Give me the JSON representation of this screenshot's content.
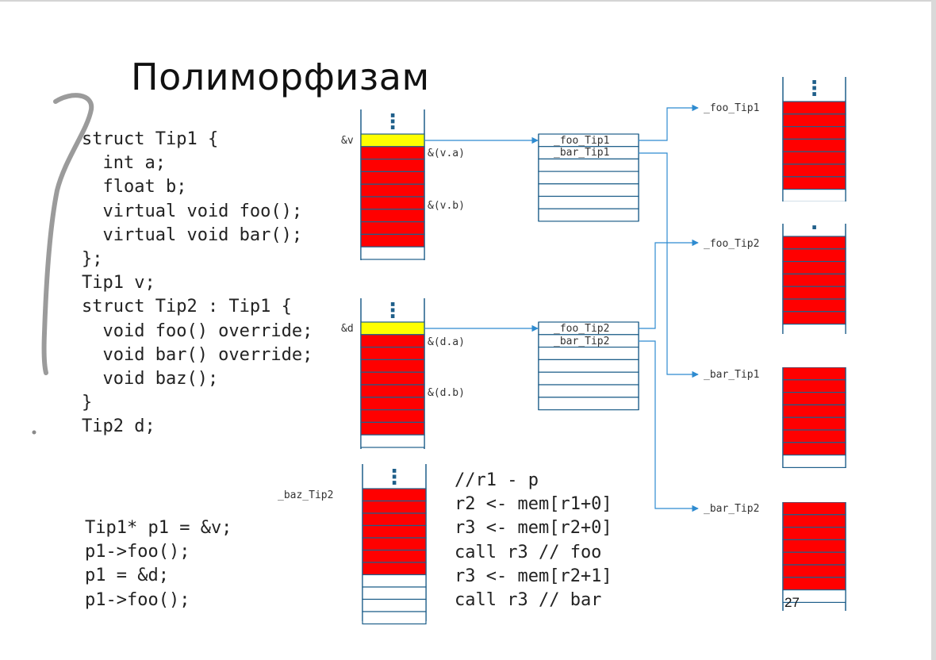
{
  "title": "Полиморфизам",
  "code_main": [
    "struct Tip1 {",
    "  int a;",
    "  float b;",
    "  virtual void foo();",
    "  virtual void bar();",
    "};",
    "Tip1 v;",
    "",
    "struct Tip2 : Tip1 {",
    "  void foo() override;",
    "  void bar() override;",
    "  void baz();",
    "}",
    "Tip2 d;"
  ],
  "code_call": [
    "Tip1* p1 = &v;",
    "p1->foo();",
    "p1 = &d;",
    "p1->foo();"
  ],
  "code_asm": [
    "//r1 - p",
    "r2 <- mem[r1+0]",
    "r3 <- mem[r2+0]",
    "call r3 // foo",
    "r3 <- mem[r2+1]",
    "call r3 // bar"
  ],
  "labels": {
    "addr_v": "&v",
    "addr_va": "&(v.a)",
    "addr_vb": "&(v.b)",
    "addr_d": "&d",
    "addr_da": "&(d.a)",
    "addr_db": "&(d.b)",
    "baz_tip2": "_baz_Tip2"
  },
  "vtable_tip1": [
    "_foo_Tip1",
    "_bar_Tip1"
  ],
  "vtable_tip2": [
    "_foo_Tip2",
    "_bar_Tip2"
  ],
  "functions": [
    "_foo_Tip1",
    "_foo_Tip2",
    "_bar_Tip1",
    "_bar_Tip2"
  ],
  "ellipsis": "⋮",
  "page_number": "27",
  "colors": {
    "vptr": "#ffff00",
    "data": "#ff0000",
    "line": "#1f5f8a",
    "arrow": "#2e8bd0",
    "ellipsis": "#1f5f8a"
  }
}
